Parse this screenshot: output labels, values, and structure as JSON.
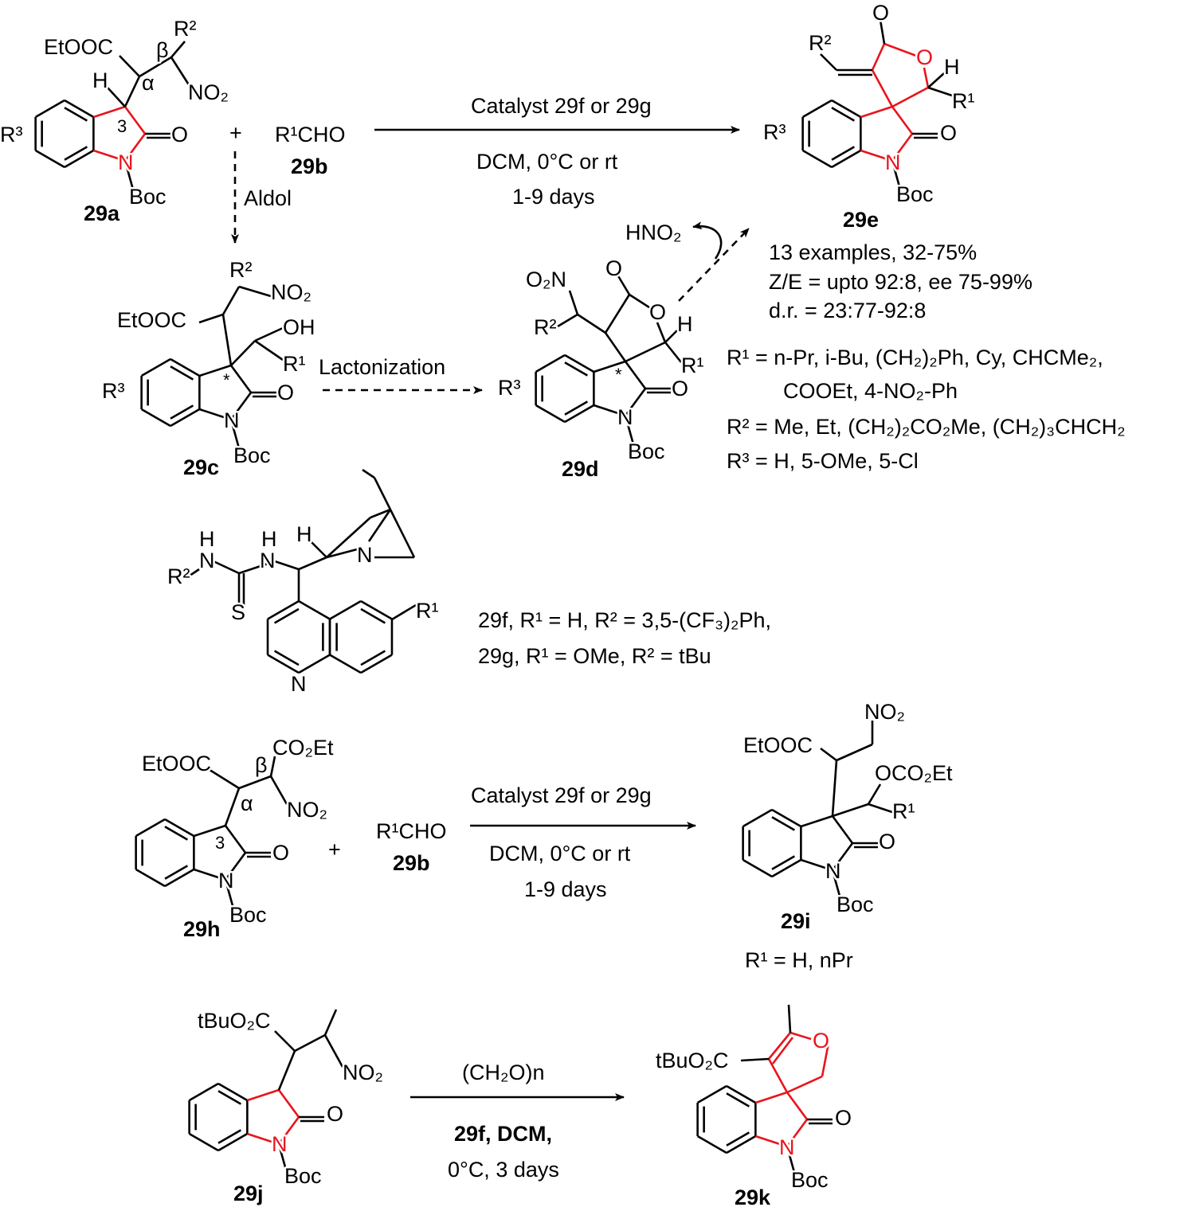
{
  "scheme1": {
    "c29a": {
      "id": "29a",
      "ester": "EtOOC",
      "beta": "β",
      "r2": "R²",
      "h": "H",
      "alpha": "α",
      "no2": "NO₂",
      "pos3": "3",
      "o": "O",
      "n": "N",
      "boc": "Boc",
      "r3": "R³"
    },
    "plus": "+",
    "c29b": {
      "formula": "R¹CHO",
      "id": "29b"
    },
    "arrow": {
      "line1": "Catalyst 29f or 29g",
      "line2": "DCM, 0°C or rt",
      "line3": "1-9 days"
    },
    "aldol": "Aldol",
    "c29e": {
      "id": "29e",
      "r2": "R²",
      "o1": "O",
      "o2": "O",
      "h": "H",
      "r1": "R¹",
      "o3": "O",
      "n": "N",
      "boc": "Boc",
      "r3": "R³"
    },
    "results": {
      "line1": "13 examples, 32-75%",
      "line2": "Z/E = upto 92:8, ee 75-99%",
      "line3": "d.r. = 23:77-92:8"
    },
    "substituents": {
      "r1": "R¹ = n-Pr, i-Bu, (CH₂)₂Ph, Cy, CHCMe₂,",
      "r1b": "COOEt, 4-NO₂-Ph",
      "r2": "R² = Me, Et, (CH₂)₂CO₂Me, (CH₂)₃CHCH₂",
      "r3": "R³ = H, 5-OMe, 5-Cl"
    },
    "c29c": {
      "id": "29c",
      "r2": "R²",
      "no2": "NO₂",
      "ester": "EtOOC",
      "oh": "OH",
      "r1": "R¹",
      "star": "*",
      "o": "O",
      "r3": "R³",
      "n": "N",
      "boc": "Boc"
    },
    "lactonization": "Lactonization",
    "c29d": {
      "id": "29d",
      "hno2": "HNO₂",
      "o2n": "O₂N",
      "o1": "O",
      "o2": "O",
      "h": "H",
      "r2": "R²",
      "r1": "R¹",
      "r3": "R³",
      "star": "*",
      "o3": "O",
      "n": "N",
      "boc": "Boc"
    }
  },
  "catalyst": {
    "h1": "H",
    "h2": "H",
    "n1": "N",
    "n2": "N",
    "r2": "R²",
    "s": "S",
    "h3": "H",
    "n3": "N",
    "r1": "R¹",
    "n4": "N",
    "def_29f": "29f, R¹ = H, R² = 3,5-(CF₃)₂Ph,",
    "def_29g": "29g, R¹ = OMe, R² = tBu"
  },
  "scheme2": {
    "c29h": {
      "id": "29h",
      "ester": "EtOOC",
      "beta": "β",
      "co2et": "CO₂Et",
      "alpha": "α",
      "no2": "NO₂",
      "pos3": "3",
      "o": "O",
      "n": "N",
      "boc": "Boc"
    },
    "plus": "+",
    "c29b": {
      "formula": "R¹CHO",
      "id": "29b"
    },
    "arrow": {
      "line1": "Catalyst 29f or 29g",
      "line2": "DCM, 0°C or rt",
      "line3": "1-9 days"
    },
    "c29i": {
      "id": "29i",
      "no2": "NO₂",
      "ester": "EtOOC",
      "oco2et": "OCO₂Et",
      "r1": "R¹",
      "o": "O",
      "n": "N",
      "boc": "Boc",
      "note": "R¹ = H, nPr"
    }
  },
  "scheme3": {
    "c29j": {
      "id": "29j",
      "ester": "tBuO₂C",
      "no2": "NO₂",
      "o": "O",
      "n": "N",
      "boc": "Boc"
    },
    "arrow": {
      "line1": "(CH₂O)n",
      "line2": "29f, DCM,",
      "line3": "0°C, 3 days"
    },
    "c29k": {
      "id": "29k",
      "ester": "tBuO₂C",
      "o1": "O",
      "o2": "O",
      "n": "N",
      "boc": "Boc"
    }
  },
  "colors": {
    "highlight": "#e8141c",
    "ink": "#000000"
  }
}
